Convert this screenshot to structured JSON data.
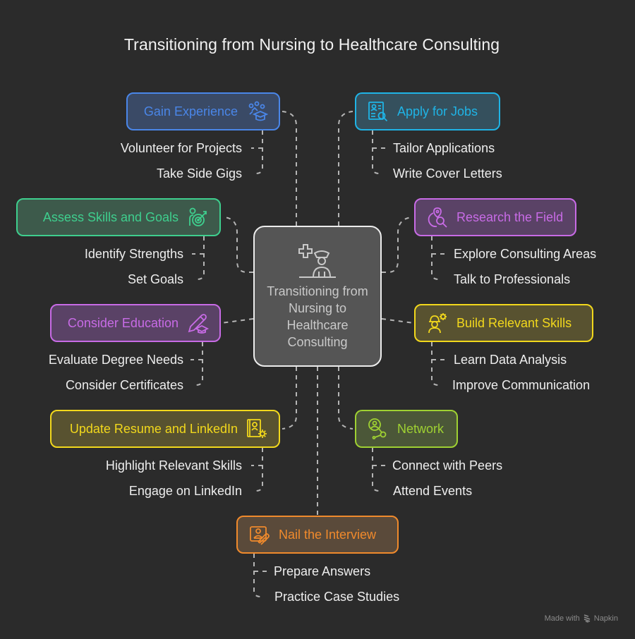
{
  "title": "Transitioning from Nursing to Healthcare Consulting",
  "center": {
    "label": "Transitioning from Nursing to Healthcare Consulting",
    "icon": "nurse-icon",
    "fill": "#555555",
    "border": "#ededed",
    "text_color": "#c9c9c9"
  },
  "branches": [
    {
      "id": "gain-experience",
      "label": "Gain Experience",
      "icon": "education-network-icon",
      "side": "left",
      "colors": {
        "border": "#4a86e8",
        "fill": "#3a4a66",
        "text": "#4a86e8"
      },
      "children": [
        "Volunteer for Projects",
        "Take Side Gigs"
      ]
    },
    {
      "id": "apply-for-jobs",
      "label": "Apply for Jobs",
      "icon": "resume-search-icon",
      "side": "right",
      "colors": {
        "border": "#1fb4e6",
        "fill": "#35505d",
        "text": "#1fb4e6"
      },
      "children": [
        "Tailor Applications",
        "Write Cover Letters"
      ]
    },
    {
      "id": "assess-skills-goals",
      "label": "Assess Skills and Goals",
      "icon": "person-target-icon",
      "side": "left",
      "colors": {
        "border": "#3ecf8e",
        "fill": "#3d5a4b",
        "text": "#3ecf8e"
      },
      "children": [
        "Identify Strengths",
        "Set Goals"
      ]
    },
    {
      "id": "research-field",
      "label": "Research the Field",
      "icon": "globe-search-icon",
      "side": "right",
      "colors": {
        "border": "#c86be6",
        "fill": "#5a4266",
        "text": "#c86be6"
      },
      "children": [
        "Explore Consulting Areas",
        "Talk to Professionals"
      ]
    },
    {
      "id": "consider-education",
      "label": "Consider Education",
      "icon": "pencil-graduation-icon",
      "side": "left",
      "colors": {
        "border": "#c86be6",
        "fill": "#5a4266",
        "text": "#c86be6"
      },
      "children": [
        "Evaluate Degree Needs",
        "Consider Certificates"
      ]
    },
    {
      "id": "build-skills",
      "label": "Build Relevant Skills",
      "icon": "worker-gear-icon",
      "side": "right",
      "colors": {
        "border": "#f2d81c",
        "fill": "#585230",
        "text": "#f2d81c"
      },
      "children": [
        "Learn Data Analysis",
        "Improve Communication"
      ]
    },
    {
      "id": "update-resume",
      "label": "Update Resume and LinkedIn",
      "icon": "profile-gear-icon",
      "side": "left",
      "colors": {
        "border": "#f2d81c",
        "fill": "#585230",
        "text": "#f2d81c"
      },
      "children": [
        "Highlight Relevant Skills",
        "Engage on LinkedIn"
      ]
    },
    {
      "id": "network",
      "label": "Network",
      "icon": "person-connection-icon",
      "side": "right",
      "colors": {
        "border": "#9fd132",
        "fill": "#4b5738",
        "text": "#9fd132"
      },
      "children": [
        "Connect with Peers",
        "Attend Events"
      ]
    },
    {
      "id": "nail-interview",
      "label": "Nail the Interview",
      "icon": "profile-clip-icon",
      "side": "bottom",
      "colors": {
        "border": "#f08a2c",
        "fill": "#5a4a3a",
        "text": "#f08a2c"
      },
      "children": [
        "Prepare Answers",
        "Practice Case Studies"
      ]
    }
  ],
  "connector_color": "#b5b5b5",
  "footer": {
    "made_with": "Made with",
    "brand": "Napkin"
  }
}
